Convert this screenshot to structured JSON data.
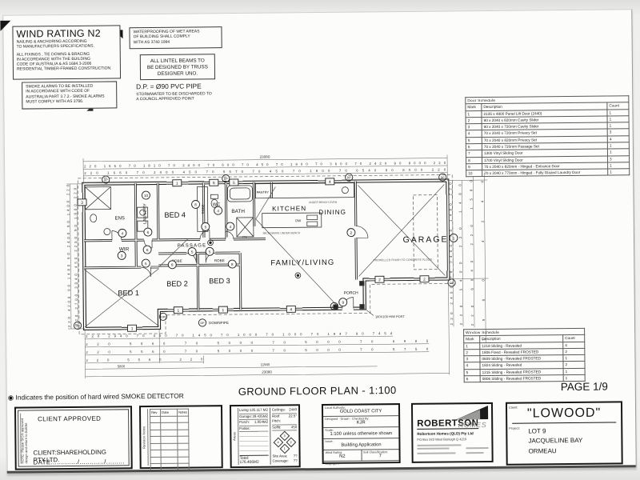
{
  "page": {
    "label": "PAGE 1/9"
  },
  "title": "GROUND FLOOR PLAN - 1:100",
  "legend": {
    "text": "Indicates the position of hard wired SMOKE DETECTOR"
  },
  "notes": {
    "wind_title": "WIND RATING N2",
    "wind_body1": "NAILING & ANCHORING ACCORDING\nTO MANUFACTURERS SPECIFICATIONS.",
    "wind_body2": "ALL FIXINGS , TIE DOWNS & BRACING\nIN ACCORDANCE WITH THE BUILDING\nCODE OF AUSTRALIA & AS 1684.3-2006\nRESIDENTIAL TIMBER-FRAMED CONSTRUCTION.",
    "smoke": "SMOKE ALARMS TO BE INSTALLED\nIN ACCORDANCE WITH CODE OF\nAUSTRALIA PART 3.7.2.- SMOKE ALARMS\nMUST COMPLY WITH AS 3786.",
    "waterproofing": "WATERPROOFING OF WET AREAS\nOF BUILDING SHALL COMPLY\nWITH AS 3740 1994",
    "lintel": "ALL LINTEL BEAMS TO\nBE DESIGNED BY TRUSS\nDESIGNER UNO.",
    "dp_note": "D.P. = Ø90 PVC PIPE",
    "stormwater": "STORMWATER TO BE DISCHARGED TO\nA COUNCIL APPROVED POINT"
  },
  "door_schedule": {
    "title": "Door Schedule",
    "headers": [
      "Mark",
      "Description",
      "Count"
    ],
    "rows": [
      [
        "1",
        "2135 x 4800  Panel Lift Door (2440)",
        "1"
      ],
      [
        "2",
        "90 x 2040 x 820mm Cavity Slider",
        "1"
      ],
      [
        "3",
        "90 x 2040 x 720mm Cavity Slider",
        "1"
      ],
      [
        "4",
        "70 x 2040 x 720mm Privacy Set",
        "3"
      ],
      [
        "5",
        "70 x 2040 x 820mm Privacy Set",
        "4"
      ],
      [
        "6",
        "70 x 2040 x 720mm Passage Set",
        "1"
      ],
      [
        "7",
        "1300 Vinyl Sliding Door",
        "1"
      ],
      [
        "8",
        "1700 Vinyl Sliding Door",
        "3"
      ],
      [
        "9",
        "70 x 2040 x 820mm - Hinged - Entrance Door",
        "1"
      ],
      [
        "10",
        "70 x 2040 x 770mm - Hinged - Fully Glazed Laundry Door",
        "1"
      ]
    ]
  },
  "window_schedule": {
    "title": "Window Schedule",
    "headers": [
      "Mark",
      "Description",
      "Count"
    ],
    "rows": [
      [
        "1",
        "1218 Sliding - Revealed",
        "4"
      ],
      [
        "2",
        "1806 Fixed - Revealed FROSTED",
        "2"
      ],
      [
        "3",
        "0609 Sliding - Revealed FROSTED",
        "1"
      ],
      [
        "4",
        "1824 Sliding - Revealed",
        "2"
      ],
      [
        "5",
        "1215 Sliding - Revealed FROSTED",
        "1"
      ],
      [
        "6",
        "0806 Sliding - Revealed FROSTED",
        "1"
      ]
    ]
  },
  "plan": {
    "rooms": {
      "ens": "ENS",
      "laundry": "LAUNDRY",
      "bed4": "BED 4",
      "wc": "WC",
      "bath": "BATH",
      "pantry": "PANTRY",
      "kitchen": "KITCHEN",
      "dining": "DINING",
      "garage": "GARAGE",
      "family": "FAMILY/LIVING",
      "porch": "PORCH",
      "passage": "PASSAGE",
      "wir": "WIR",
      "bed1": "BED 1",
      "bed2": "BED 2",
      "bed3": "BED 3",
      "robe": "ROBE"
    },
    "labels": {
      "dp": "DP",
      "downpipe": "DOWNPIPE",
      "garage_floor": "TROWELLED FINISH TO CONCRETE FLOOR",
      "post": "100X100 H/W POST",
      "dw": "DW",
      "under_bench": "UNDER BENCH OVEN",
      "micro": "MICROWAVE UNDER BENCH",
      "p770": "770"
    },
    "win_marks": [
      "1",
      "6",
      "5",
      "4",
      "2",
      "2",
      "1",
      "1",
      "4",
      "1",
      "3"
    ],
    "door_marks": [
      "10",
      "8",
      "4",
      "5",
      "4",
      "6",
      "4",
      "6",
      "3",
      "5",
      "5",
      "8",
      "8",
      "5",
      "2",
      "9",
      "1"
    ],
    "dims": {
      "top_overall": "23080",
      "top_row1": [
        "220",
        "1660",
        "70",
        "1810",
        "70",
        "2400",
        "70",
        "600",
        "70",
        "450",
        "70",
        "1800",
        "70",
        "3600",
        "70",
        "2420",
        "90",
        "8000",
        "220"
      ],
      "top_row2": [
        "220",
        "1660",
        "70",
        "2400",
        "450",
        "70",
        "5570",
        "70",
        "450",
        "70",
        "1800",
        "70",
        "6540",
        "90",
        "8000",
        "220"
      ],
      "bot_row1": [
        "220",
        "2940",
        "70",
        "450",
        "70",
        "1450",
        "70",
        "1000",
        "70",
        "1000",
        "70",
        "1947",
        "90",
        "7454"
      ],
      "bot_row2": [
        "220",
        "5560",
        "70",
        "5000",
        "70",
        "5000",
        "70",
        "6985"
      ],
      "bot_row3": [
        "220",
        "5560",
        "70",
        "5000",
        "70",
        "5000",
        "70",
        "5750"
      ],
      "bot_row4": [
        "220",
        "5560",
        "220"
      ],
      "bot_5800": "5800",
      "bot_11940": "11940",
      "bot_overall": "23080",
      "left_col1": [
        "220",
        "4200",
        "90",
        "1480",
        "90",
        "2400",
        "90",
        "1400",
        "220"
      ],
      "left_col2": [
        "220",
        "2700",
        "3040",
        "450",
        "2250",
        "90",
        "1600",
        "220"
      ],
      "right_col1": [
        "220",
        "2400",
        "70",
        "2400",
        "70",
        "1480",
        "220"
      ],
      "right_col2": [
        "220",
        "5400",
        "220",
        "1480"
      ],
      "right_col3": [
        "220",
        "6940",
        "220",
        "1580"
      ],
      "right_col4": [
        "7960",
        "4240"
      ]
    }
  },
  "title_block": {
    "client_box": {
      "note": "NOTE: Please SIGN approved design and return to builder.",
      "approved": "CLIENT APPROVED",
      "client": "CLIENT:SHAREHOLDING PTY.LTD.",
      "date": "DATE:............/............/........."
    },
    "revision": {
      "side": "Revision Notes",
      "headers": [
        "Rev",
        "Date",
        "Notes"
      ]
    },
    "areas": {
      "side": "Areas",
      "rows": [
        [
          "Living:",
          "135.117 M2"
        ],
        [
          "Garage:",
          "39.435M2"
        ],
        [
          "Porch:",
          "1.854M2"
        ],
        [
          "Patios:",
          ""
        ]
      ],
      "total_label": "Total:",
      "total": "176.406M2",
      "specs": [
        [
          "Ceilings:",
          "2440"
        ],
        [
          "Roof Pitch:",
          "22.5°"
        ],
        [
          "Soffit:",
          "450"
        ]
      ],
      "north": [
        "3",
        "2",
        "1",
        "4"
      ],
      "site": [
        [
          "Site Area:",
          "??"
        ],
        [
          "Coverage:",
          "??"
        ]
      ]
    },
    "authority": {
      "rows": [
        [
          "Local Authority:",
          "GOLD COAST CITY"
        ],
        [
          "Designed - Drawn - Checked By:",
          "KJR"
        ],
        [
          "Scale:",
          "1:100 unless otherwise shown"
        ],
        [
          "Issue:",
          "Building Application"
        ]
      ],
      "wind_label": "Wind Rating:",
      "wind": "N2",
      "soil_label": "Soil Classification:",
      "soil": "7",
      "copyright": "Copyright ©"
    },
    "builder": {
      "name": "ROBERTSON",
      "homes": "HOMES",
      "company": "Robertson Homes (QLD) Pty Ltd",
      "address": "PO Box 923 West Burleigh Q 4219"
    },
    "project": {
      "client_label": "Client:",
      "client": "\"LOWOOD\"",
      "project_label": "Project:",
      "lines": [
        "LOT 9",
        "JACQUELINE BAY",
        "ORMEAU"
      ]
    }
  }
}
